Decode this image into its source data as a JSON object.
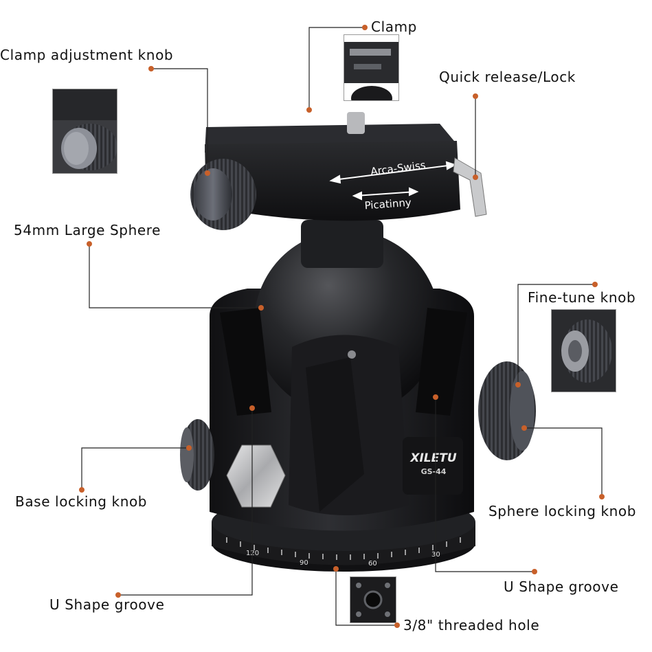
{
  "labels": {
    "clamp": "Clamp",
    "clamp_adjustment_knob": "Clamp adjustment knob",
    "quick_release_lock": "Quick release/Lock",
    "large_sphere": "54mm Large Sphere",
    "fine_tune_knob": "Fine-tune knob",
    "base_locking_knob": "Base locking knob",
    "sphere_locking_knob": "Sphere locking knob",
    "u_groove_right": "U Shape groove",
    "u_groove_left": "U Shape groove",
    "threaded_hole": "3/8\" threaded hole"
  },
  "product": {
    "brand": "XILETU",
    "model": "GS-44",
    "arca": "Arca-Swiss",
    "picatinny": "Picatinny",
    "scale_marks": [
      "120",
      "90",
      "60",
      "30"
    ]
  },
  "colors": {
    "accent_dot": "#c8602a",
    "leader_line": "#222222",
    "body_black": "#1c1c1e"
  }
}
